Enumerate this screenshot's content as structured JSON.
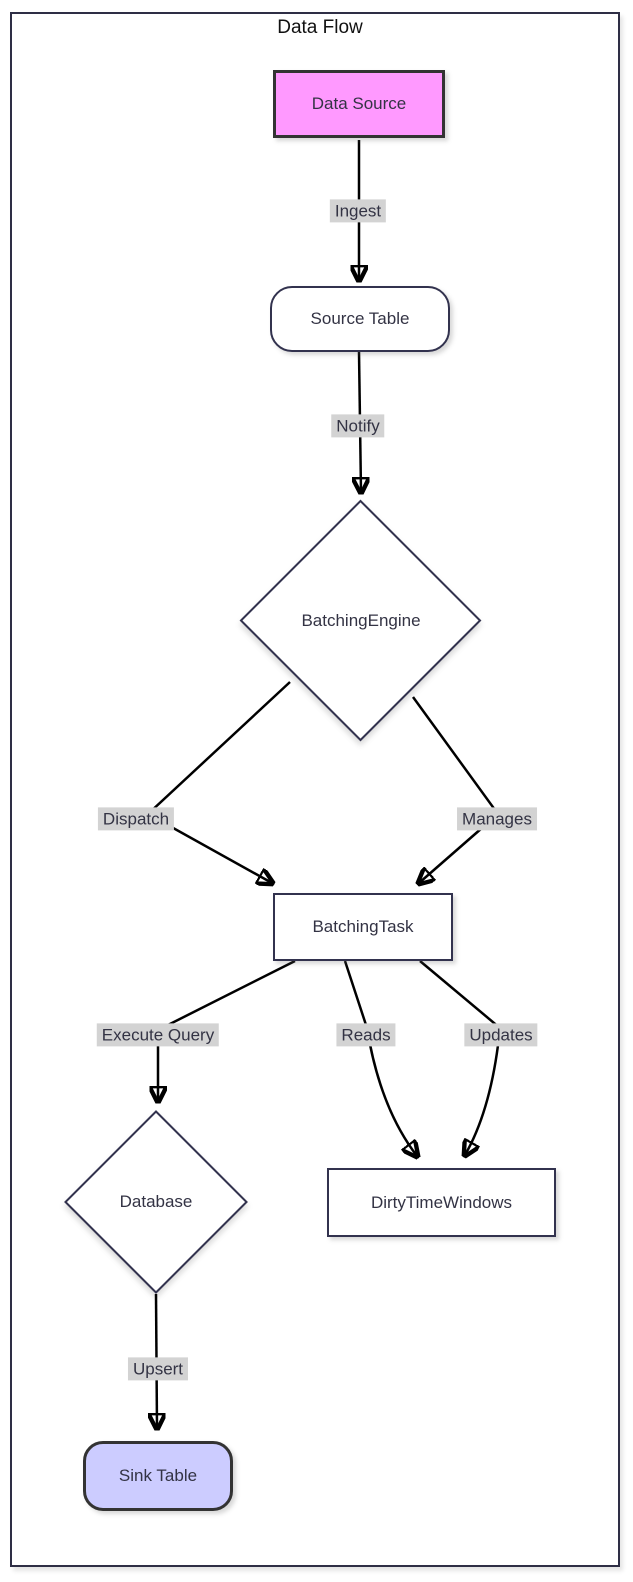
{
  "title": "Data Flow",
  "colors": {
    "frame_border": "#2e2e45",
    "node_border": "#32324e",
    "node_fill": "#ffffff",
    "data_source_fill": "#ff99ff",
    "data_source_border": "#333333",
    "sink_table_fill": "#ccccff",
    "sink_table_border": "#333333",
    "edge_label_bg": "#d3d3d3",
    "edge_color": "#000000",
    "text_color": "#333344"
  },
  "nodes": {
    "data_source": {
      "label": "Data Source",
      "shape": "rectangle"
    },
    "source_table": {
      "label": "Source Table",
      "shape": "rounded"
    },
    "batching_engine": {
      "label": "BatchingEngine",
      "shape": "diamond"
    },
    "batching_task": {
      "label": "BatchingTask",
      "shape": "rectangle"
    },
    "database": {
      "label": "Database",
      "shape": "diamond"
    },
    "dirty_time_windows": {
      "label": "DirtyTimeWindows",
      "shape": "rectangle"
    },
    "sink_table": {
      "label": "Sink Table",
      "shape": "rounded"
    }
  },
  "edges": [
    {
      "from": "Data Source",
      "to": "Source Table",
      "label": "Ingest"
    },
    {
      "from": "Source Table",
      "to": "BatchingEngine",
      "label": "Notify"
    },
    {
      "from": "BatchingEngine",
      "to": "BatchingTask",
      "label": "Dispatch"
    },
    {
      "from": "BatchingEngine",
      "to": "BatchingTask",
      "label": "Manages"
    },
    {
      "from": "BatchingTask",
      "to": "Database",
      "label": "Execute Query"
    },
    {
      "from": "BatchingTask",
      "to": "DirtyTimeWindows",
      "label": "Reads"
    },
    {
      "from": "BatchingTask",
      "to": "DirtyTimeWindows",
      "label": "Updates"
    },
    {
      "from": "Database",
      "to": "Sink Table",
      "label": "Upsert"
    }
  ]
}
